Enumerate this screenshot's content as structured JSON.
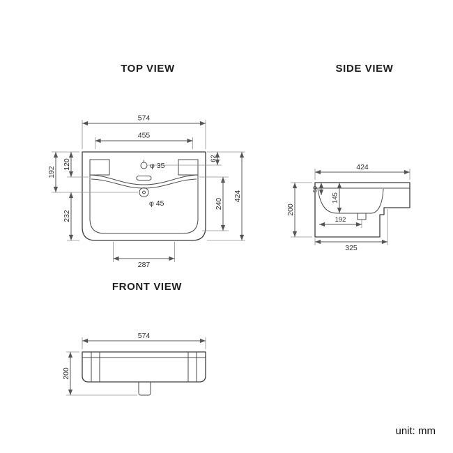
{
  "unit_label": "unit: mm",
  "titles": {
    "top": "TOP VIEW",
    "side": "SIDE VIEW",
    "front": "FRONT VIEW"
  },
  "colors": {
    "background": "#ffffff",
    "object_line": "#3c3c3c",
    "dimension_line": "#555555",
    "text": "#2d2d2d"
  },
  "top_view": {
    "dim_outer_width": "574",
    "dim_inner_width": "455",
    "dim_left_offset": "192",
    "dim_left_inner": "120",
    "dim_left_lower": "232",
    "dim_right_top": "62",
    "dim_right_basin": "240",
    "dim_outer_depth": "424",
    "dim_bottom_width": "287",
    "label_faucet_hole": "φ 35",
    "label_drain_hole": "φ 45"
  },
  "side_view": {
    "dim_depth": "424",
    "dim_height": "200",
    "dim_bowl_depth": "145",
    "dim_rim_height": "50",
    "dim_drain_offset": "192",
    "dim_base_depth": "325"
  },
  "front_view": {
    "dim_width": "574",
    "dim_height": "200"
  }
}
